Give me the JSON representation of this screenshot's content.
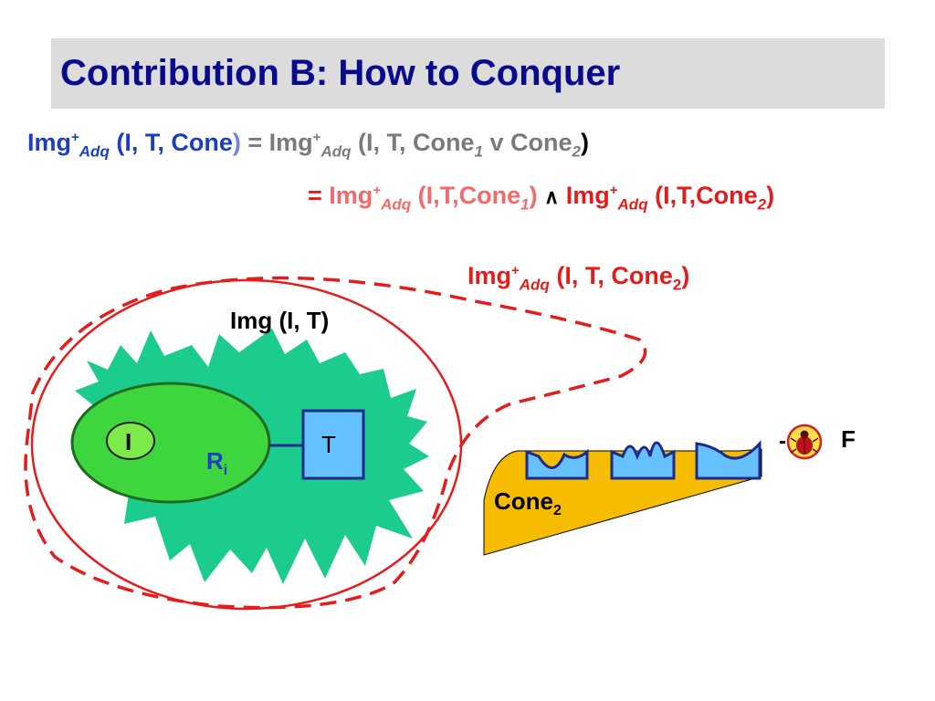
{
  "slide": {
    "title": "Contribution B: How to Conquer"
  },
  "equation_line1": {
    "lhs_img": "Img",
    "lhs_plus": "+",
    "lhs_adq": "Adq",
    "lhs_args": "(I, T, Cone",
    "lhs_close": ")",
    "eq_sign": "=",
    "rhs_img": "Img",
    "rhs_plus": "+",
    "rhs_adq": "Adq",
    "rhs_args": "(I, T, Cone",
    "rhs_sub1": "1",
    "rhs_or": "v Cone",
    "rhs_sub2": "2",
    "rhs_close": ")"
  },
  "equation_line2": {
    "eq_sign": "=",
    "a_img": "Img",
    "a_plus": "+",
    "a_adq": "Adq",
    "a_args": "(I,T,Cone",
    "a_sub": "1",
    "a_close": ")",
    "and_sign": "∧",
    "b_img": "Img",
    "b_plus": "+",
    "b_adq": "Adq",
    "b_args": "(I,T,Cone",
    "b_sub": "2",
    "b_close": ")"
  },
  "diagram": {
    "img_cone2_label": {
      "img": "Img",
      "plus": "+",
      "adq": "Adq",
      "args": "(I, T, Cone",
      "sub": "2",
      "close": ")"
    },
    "img_label": "Img (I, T)",
    "initial_label": "I",
    "region_label": "R",
    "region_sub": "i",
    "target_label": "T",
    "cone2_label": "Cone",
    "cone2_sub": "2",
    "failure_label": "F",
    "failure_dash": "-",
    "colors": {
      "reachable_blob": "#1ccc8c",
      "region_fill": "#3ed63e",
      "initial_fill": "#7cea4a",
      "target_fill": "#66c2ff",
      "cone_fill": "#f6bd00",
      "cone_tiles": "#66c2ff",
      "boundary": "#e51c1c",
      "navy": "#1f2a8c"
    },
    "icons": [
      "bug-icon"
    ]
  }
}
